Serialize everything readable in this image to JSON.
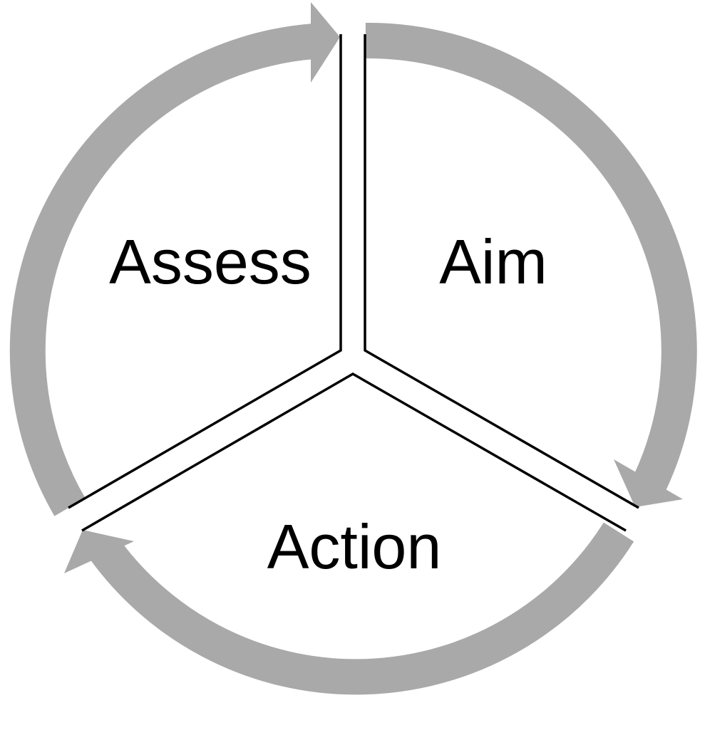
{
  "stages": [
    {
      "key": "aim",
      "label": "Aim"
    },
    {
      "key": "action",
      "label": "Action"
    },
    {
      "key": "assess",
      "label": "Assess"
    }
  ],
  "colors": {
    "arrow": "#a9a9a9",
    "divider": "#000000",
    "text": "#000000",
    "background": "#ffffff"
  }
}
